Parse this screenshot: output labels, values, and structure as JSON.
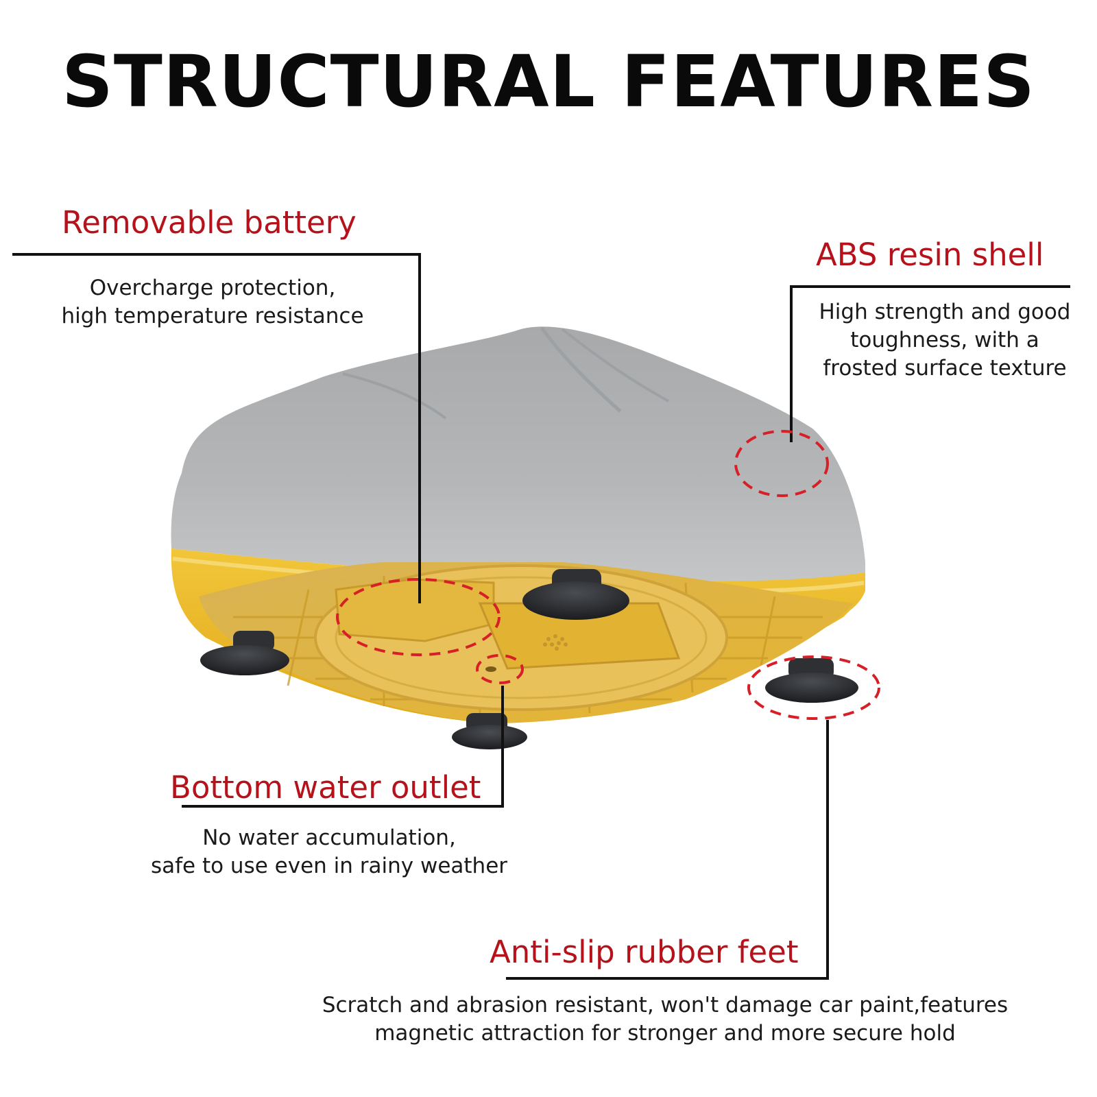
{
  "title": "STRUCTURAL FEATURES",
  "callouts": {
    "battery": {
      "title": "Removable battery",
      "desc_line1": "Overcharge protection,",
      "desc_line2": "high temperature resistance"
    },
    "shell": {
      "title": "ABS resin shell",
      "desc_line1": "High strength and good",
      "desc_line2": "toughness, with a",
      "desc_line3": "frosted surface texture"
    },
    "outlet": {
      "title": "Bottom water outlet",
      "desc_line1": "No water accumulation,",
      "desc_line2": "safe to use even in rainy weather"
    },
    "feet": {
      "title": "Anti-slip rubber feet",
      "desc_line1": "Scratch and abrasion resistant, won't damage car paint,features",
      "desc_line2": "magnetic attraction for stronger and more secure hold"
    }
  },
  "colors": {
    "accent": "#b5121b",
    "shell": "#a9acae",
    "base": "#e8b41c",
    "feet": "#2b2d30",
    "line": "#111111"
  }
}
